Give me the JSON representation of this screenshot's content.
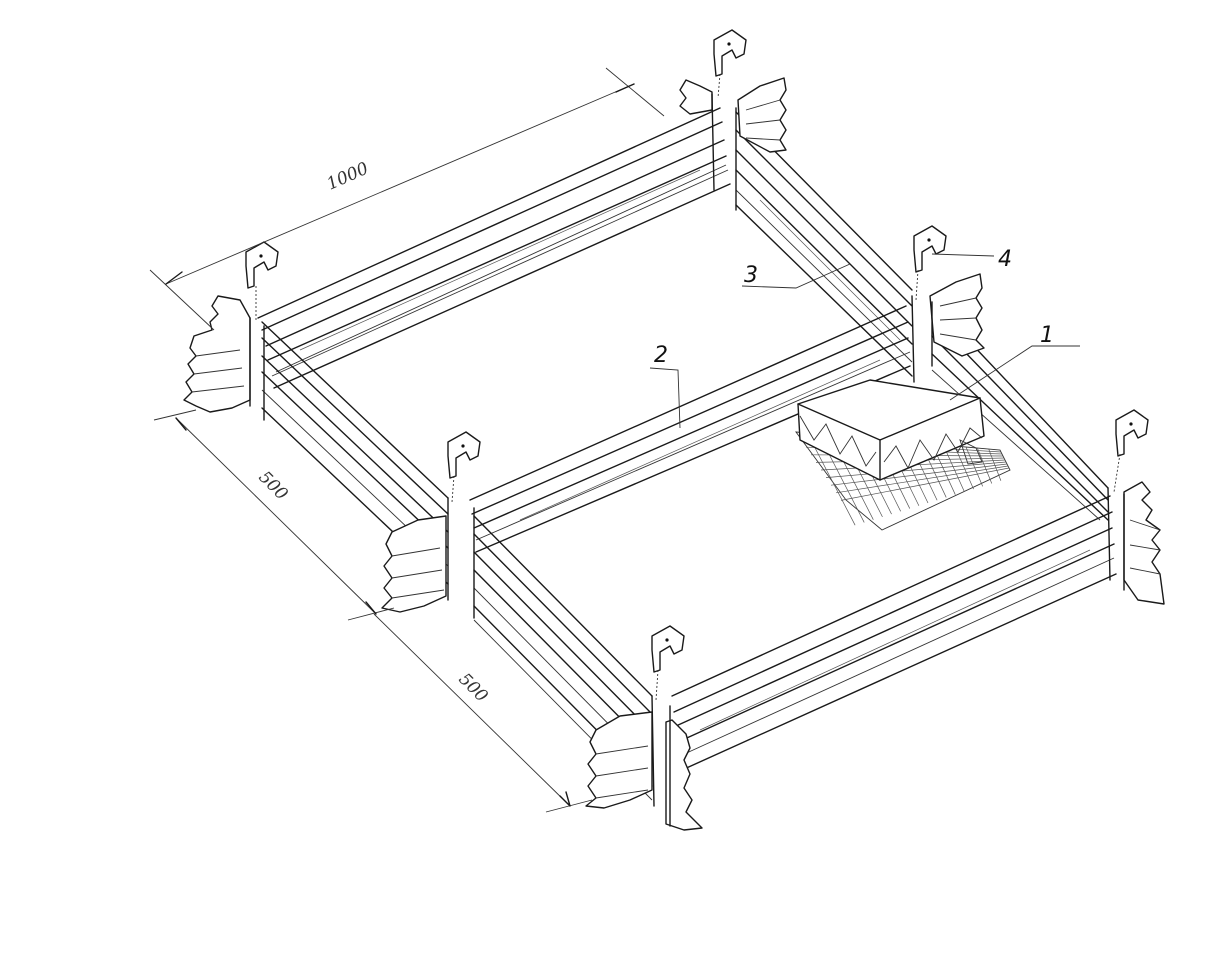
{
  "diagram": {
    "dimensions": {
      "top": "1000",
      "left": "500",
      "bottom": "500"
    },
    "labels": {
      "bracket": "4",
      "rail": "3",
      "divider": "2",
      "block": "1"
    }
  }
}
